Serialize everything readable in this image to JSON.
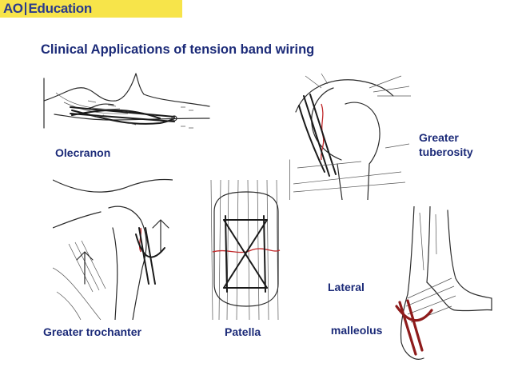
{
  "logo": {
    "ao": "AO",
    "education": "Education"
  },
  "title": "Clinical Applications of tension band wiring",
  "labels": {
    "olecranon": "Olecranon",
    "greater_tuberosity_line1": "Greater",
    "greater_tuberosity_line2": "tuberosity",
    "greater_trochanter": "Greater trochanter",
    "patella": "Patella",
    "lateral_malleolus_line1": "Lateral",
    "lateral_malleolus_line2": " malleolus"
  },
  "colors": {
    "logo_bg": "#f7e44a",
    "logo_text": "#2a3a8c",
    "heading": "#1b2a78",
    "fracture_line": "#c0282a"
  }
}
